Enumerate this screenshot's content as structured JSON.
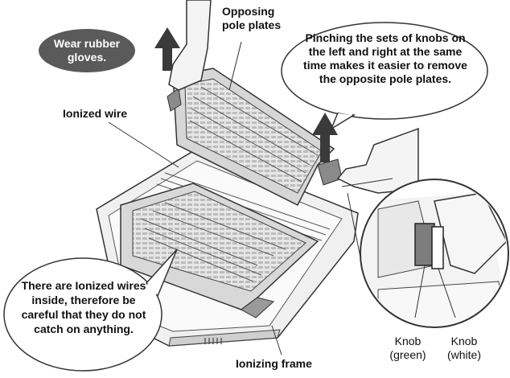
{
  "labels": {
    "wear_gloves": "Wear rubber gloves.",
    "opposing_pole_plates": "Opposing pole plates",
    "pinching_note": "Pinching the sets of knobs on the left and right at the same time makes it easier to remove the opposite pole plates.",
    "ionized_wire": "Ionized wire",
    "ionized_wires_warning": "There are Ionized wires inside, therefore be careful that they do not catch on anything.",
    "ionizing_frame": "Ionizing frame",
    "knob_green": "Knob (green)",
    "knob_white": "Knob (white)"
  },
  "colors": {
    "gloves_badge": "#5a5a5a",
    "line": "#333333",
    "arrow": "#3a3a3a",
    "plate_fill": "#d8d8d8",
    "plate_dark": "#7a7a7a",
    "frame_fill": "#ededed",
    "knob": "#8a8a8a"
  },
  "icons": {
    "up_arrows": "up-arrow-icon",
    "hands": "gloved-hand-icon"
  }
}
